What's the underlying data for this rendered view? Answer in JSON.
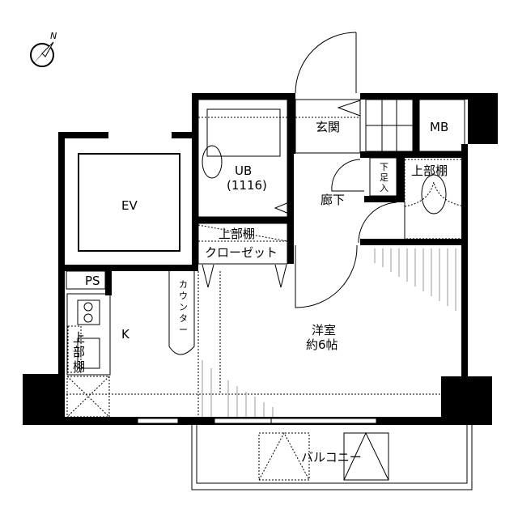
{
  "compass": {
    "north_label": "N"
  },
  "rooms": {
    "elevator": "EV",
    "unit_bath": "UB",
    "unit_bath_size": "(1116)",
    "entrance": "玄関",
    "meter_box": "MB",
    "hallway": "廊下",
    "shoe_box": [
      "下",
      "足",
      "入"
    ],
    "upper_shelf_right": "上部棚",
    "upper_shelf_closet": "上部棚",
    "closet": "クローゼット",
    "pipe_space": "PS",
    "kitchen": "K",
    "kitchen_upper_shelf": [
      "上",
      "部",
      "棚"
    ],
    "counter": [
      "カ",
      "ウ",
      "ン",
      "タ",
      "ー"
    ],
    "western_room": "洋室",
    "western_room_size": "約6帖",
    "balcony": "バルコニー"
  },
  "colors": {
    "wall": "#000000",
    "line": "#000000",
    "hatch": "#999999"
  }
}
